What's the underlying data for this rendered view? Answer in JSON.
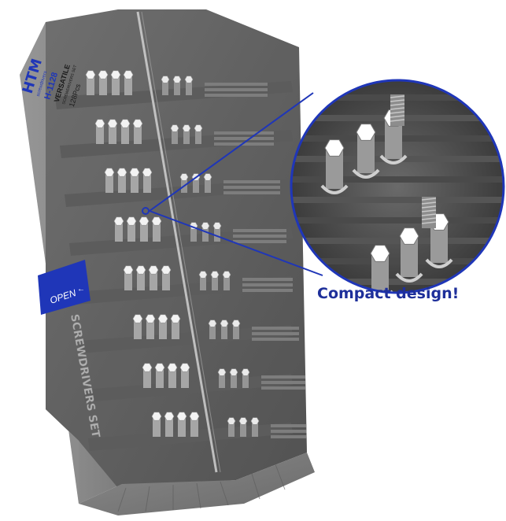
{
  "product": {
    "brand": "HTM",
    "brand_sub": "screwdrivers",
    "model": "H-1128",
    "tag": "VERSATILE",
    "tag_sub": "SCREWDRIVERS SET",
    "count": "128Pcs",
    "open_label": "OPEN",
    "side_label": "SCREWDRIVERS SET"
  },
  "callout": {
    "caption": "Compact design!"
  },
  "colors": {
    "brand_blue": "#1f36b8",
    "caption_blue": "#1e2f9a",
    "case_gray": "#8c8c8c"
  }
}
